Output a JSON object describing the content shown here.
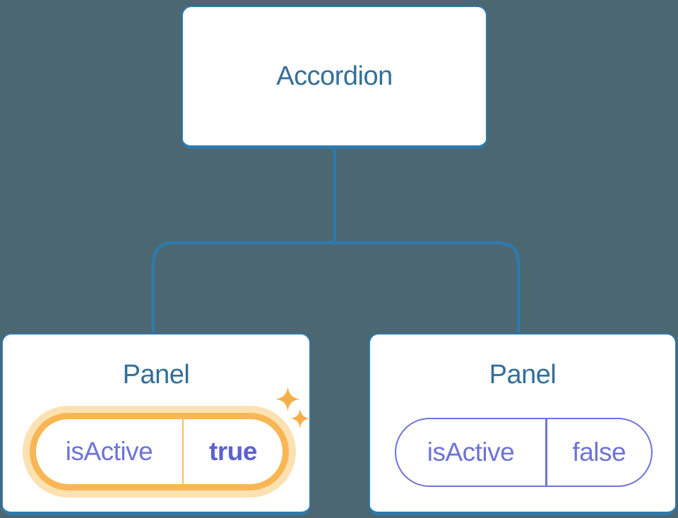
{
  "theme": {
    "bg": "#4b6772",
    "line": "#2e7aad",
    "node-text": "#336f99",
    "purple": "#6d73d8",
    "purple-bold": "#5c61d2",
    "orange": "#f9b654",
    "orange-glow": "#fce2b3",
    "orange-divider": "#f3bc72",
    "sparkle": "#f6ae4a"
  },
  "tree": {
    "root": {
      "label": "Accordion"
    },
    "children": [
      {
        "label": "Panel",
        "state": "active",
        "highlighted": true,
        "prop": {
          "name": "isActive",
          "value": "true"
        }
      },
      {
        "label": "Panel",
        "state": "inactive",
        "highlighted": false,
        "prop": {
          "name": "isActive",
          "value": "false"
        }
      }
    ]
  },
  "icons": {
    "sparkle_large": "sparkle-icon",
    "sparkle_small": "sparkle-icon"
  }
}
